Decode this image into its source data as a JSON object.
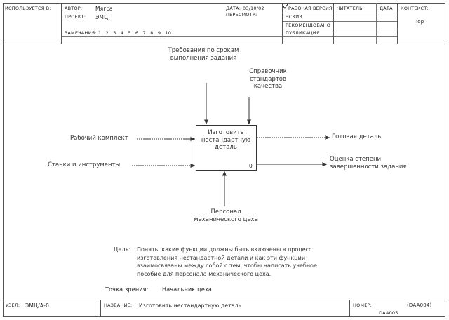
{
  "header": {
    "used_at_label": "ИСПОЛЬЗУЕТСЯ В:",
    "author_label": "АВТОР:",
    "author_value": "Мягса",
    "project_label": "ПРОЕКТ:",
    "project_value": "ЭМЦ",
    "notes_label": "ЗАМЕЧАНИЯ:",
    "notes_numbers": "1  2  3  4  5  6  7  8  9  10",
    "date_label": "ДАТА:",
    "date_value": "03/10/02",
    "revision_label": "ПЕРЕСМОТР:",
    "status_items": [
      "РАБОЧАЯ ВЕРСИЯ",
      "ЭСКИЗ",
      "РЕКОМЕНДОВАНО",
      "ПУБЛИКАЦИЯ"
    ],
    "reader_label": "ЧИТАТЕЛЬ",
    "reader_date_label": "ДАТА",
    "context_label": "КОНТЕКСТ:",
    "context_value": "Top"
  },
  "diagram": {
    "function_box": "Изготовить нестандартную деталь",
    "box_number": "0",
    "controls": [
      "Требования по срокам выполнения задания",
      "Справочник стандартов качества"
    ],
    "inputs": [
      "Рабочий комплект",
      "Станки и инструменты"
    ],
    "outputs": [
      "Готовая деталь",
      "Оценка степени завершенности задания"
    ],
    "mechanisms": [
      "Персонал механического цеха"
    ]
  },
  "purpose": {
    "purpose_label": "Цель:",
    "purpose_text": "Понять, какие функции должны быть включены в процесс изготовления нестандартной детали и как эти функции взаимосвязаны между собой с тем, чтобы написать учебное пособие для персонала механического цеха.",
    "viewpoint_label": "Точка зрения:",
    "viewpoint_text": "Начальник цеха"
  },
  "footer": {
    "node_label": "УЗЕЛ:",
    "node_value": "ЭМЦ/А-0",
    "title_label": "НАЗВАНИЕ:",
    "title_value": "Изготовить нестандартную деталь",
    "number_label": "НОМЕР:",
    "number_value": "(DAA004)",
    "number_sub": "DAA005"
  }
}
